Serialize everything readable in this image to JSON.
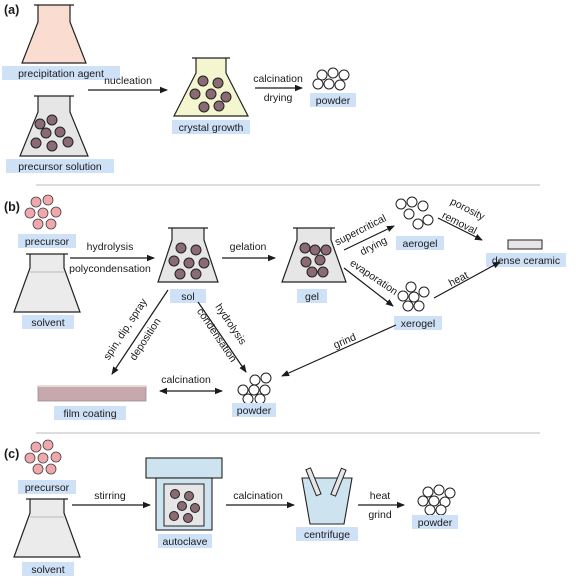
{
  "colors": {
    "label_bg": "#cfe1f6",
    "particle_dark": "#8a6b73",
    "particle_pink": "#f0a8ac",
    "particle_white": "#ffffff",
    "beaker_pink": "#fbdcd0",
    "beaker_yellow": "#f3f6cf",
    "beaker_gray": "#e6e6e6",
    "beaker_light": "#ebebeb",
    "autoclave_blue": "#cde4f0",
    "film": "#c7a9ad"
  },
  "panel_a": {
    "label": "(a)",
    "precipitation_agent": "precipitation agent",
    "precursor_solution": "precursor solution",
    "nucleation": "nucleation",
    "crystal_growth": "crystal growth",
    "calcination": "calcination",
    "drying": "drying",
    "powder": "powder"
  },
  "panel_b": {
    "label": "(b)",
    "precursor": "precursor",
    "solvent": "solvent",
    "hydrolysis": "hydrolysis",
    "polycondensation": "polycondensation",
    "sol": "sol",
    "gelation": "gelation",
    "gel": "gel",
    "supercritical": "supercritical",
    "drying": "drying",
    "aerogel": "aerogel",
    "porosity": "porosity",
    "removal": "removal",
    "dense_ceramic": "dense ceramic",
    "evaporation": "evaporation",
    "xerogel": "xerogel",
    "heat": "heat",
    "grind": "grind",
    "spin_dip_spray": "spin, dip, spray",
    "deposition": "deposition",
    "hydrolysis2": "hydrolysis",
    "condensation": "condensation",
    "calcination": "calcination",
    "film_coating": "film coating",
    "powder": "powder"
  },
  "panel_c": {
    "label": "(c)",
    "precursor": "precursor",
    "solvent": "solvent",
    "stirring": "stirring",
    "autoclave": "autoclave",
    "calcination": "calcination",
    "centrifuge": "centrifuge",
    "heat": "heat",
    "grind": "grind",
    "powder": "powder"
  }
}
